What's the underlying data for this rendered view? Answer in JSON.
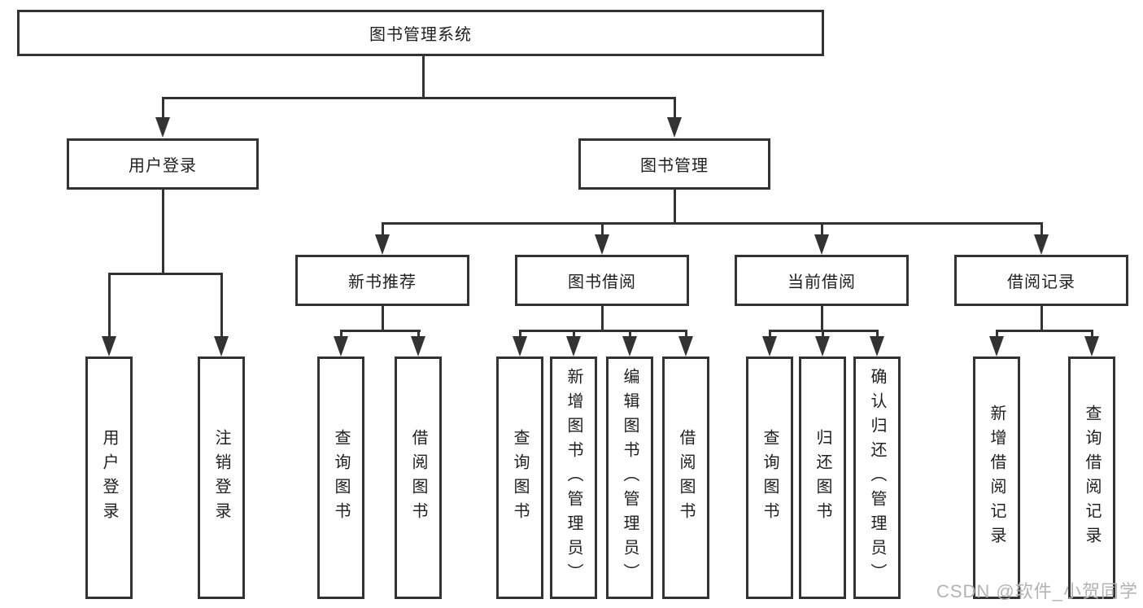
{
  "diagram": {
    "type": "hierarchy",
    "root": {
      "label": "图书管理系统"
    },
    "branches": [
      {
        "label": "用户登录",
        "children": [
          "用户登录",
          "注销登录"
        ]
      },
      {
        "label": "图书管理",
        "children": [
          {
            "label": "新书推荐",
            "children": [
              "查询图书",
              "借阅图书"
            ]
          },
          {
            "label": "图书借阅",
            "children": [
              "查询图书",
              "新增图书（管理员）",
              "编辑图书（管理员）",
              "借阅图书"
            ]
          },
          {
            "label": "当前借阅",
            "children": [
              "查询图书",
              "归还图书",
              "确认归还（管理员）"
            ]
          },
          {
            "label": "借阅记录",
            "children": [
              "新增借阅记录",
              "查询借阅记录"
            ]
          }
        ]
      }
    ]
  },
  "watermark": {
    "text": "CSDN @软件_小贺同学"
  },
  "colors": {
    "line": "#333333",
    "text": "#1f1f1f",
    "watermark": "#b3b3b3",
    "background": "#ffffff"
  }
}
